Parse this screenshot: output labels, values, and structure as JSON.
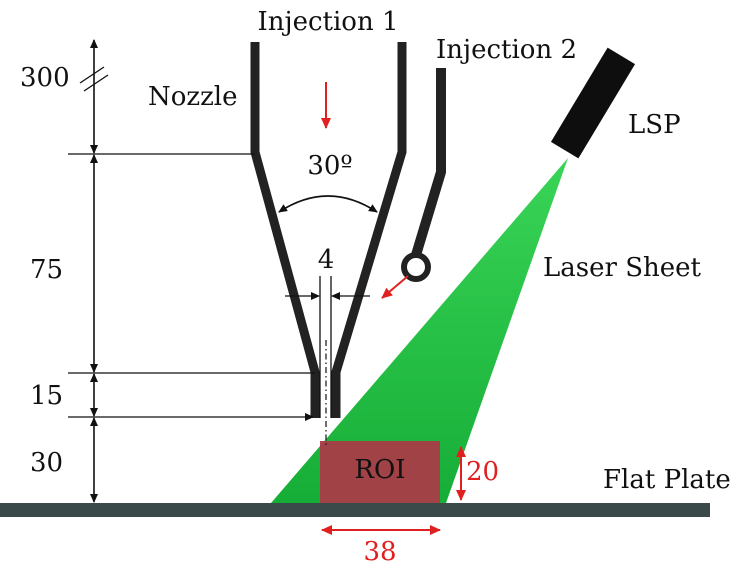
{
  "labels": {
    "injection1": "Injection 1",
    "injection2": "Injection 2",
    "nozzle": "Nozzle",
    "lsp": "LSP",
    "laser_sheet": "Laser Sheet",
    "flat_plate": "Flat Plate",
    "roi": "ROI"
  },
  "dimensions": {
    "d300": "300",
    "d75": "75",
    "d15": "15",
    "d30": "30",
    "angle": "30º",
    "gap": "4",
    "roi_height": "20",
    "roi_width": "38"
  },
  "colors": {
    "ink": "#1a1a1a",
    "accent_red": "#e02020",
    "laser_green": "#17c23c",
    "roi_fill": "#a83c47",
    "plate": "#3a4a4a"
  }
}
